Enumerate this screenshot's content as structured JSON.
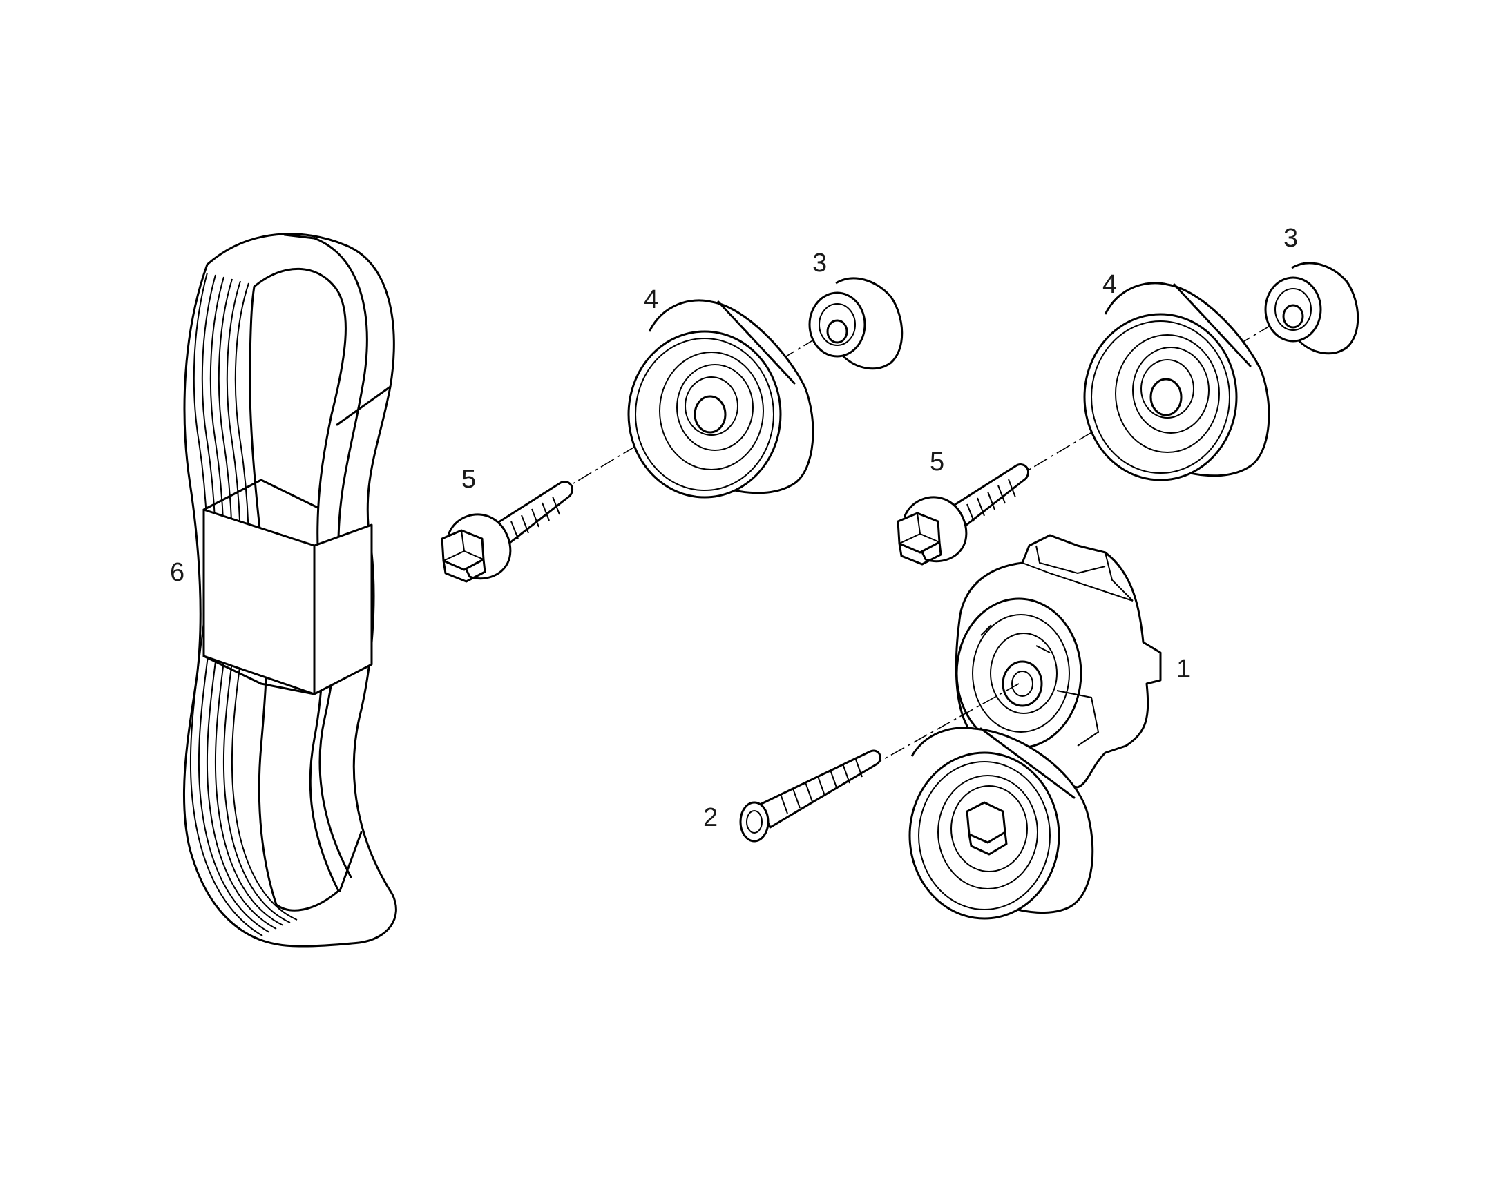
{
  "callouts": {
    "tensioner": "1",
    "tensioner_bolt": "2",
    "spacer_left": "3",
    "spacer_right": "3",
    "idler_left": "4",
    "idler_right": "4",
    "idler_bolt_left": "5",
    "idler_bolt_right": "5",
    "belt": "6"
  }
}
